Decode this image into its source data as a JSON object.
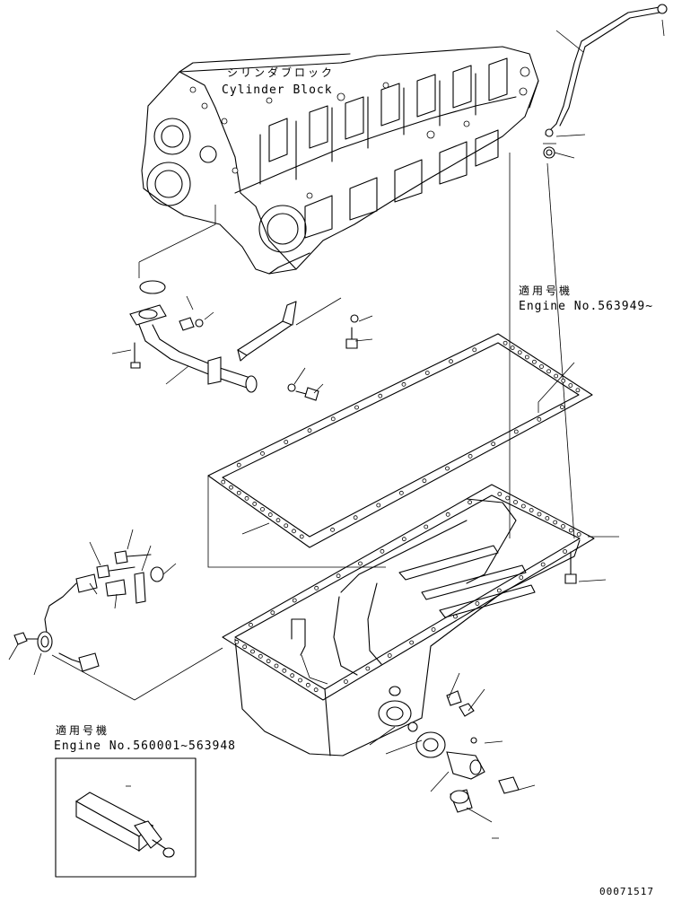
{
  "labels": {
    "cylinder_block_jp": "シリンダブロック",
    "cylinder_block_en": "Cylinder Block",
    "applicable_jp_1": "適用号機",
    "engine_range_1": "Engine No.563949~",
    "applicable_jp_2": "適用号機",
    "engine_range_2": "Engine No.560001~563948",
    "drawing_number": "00071517"
  }
}
